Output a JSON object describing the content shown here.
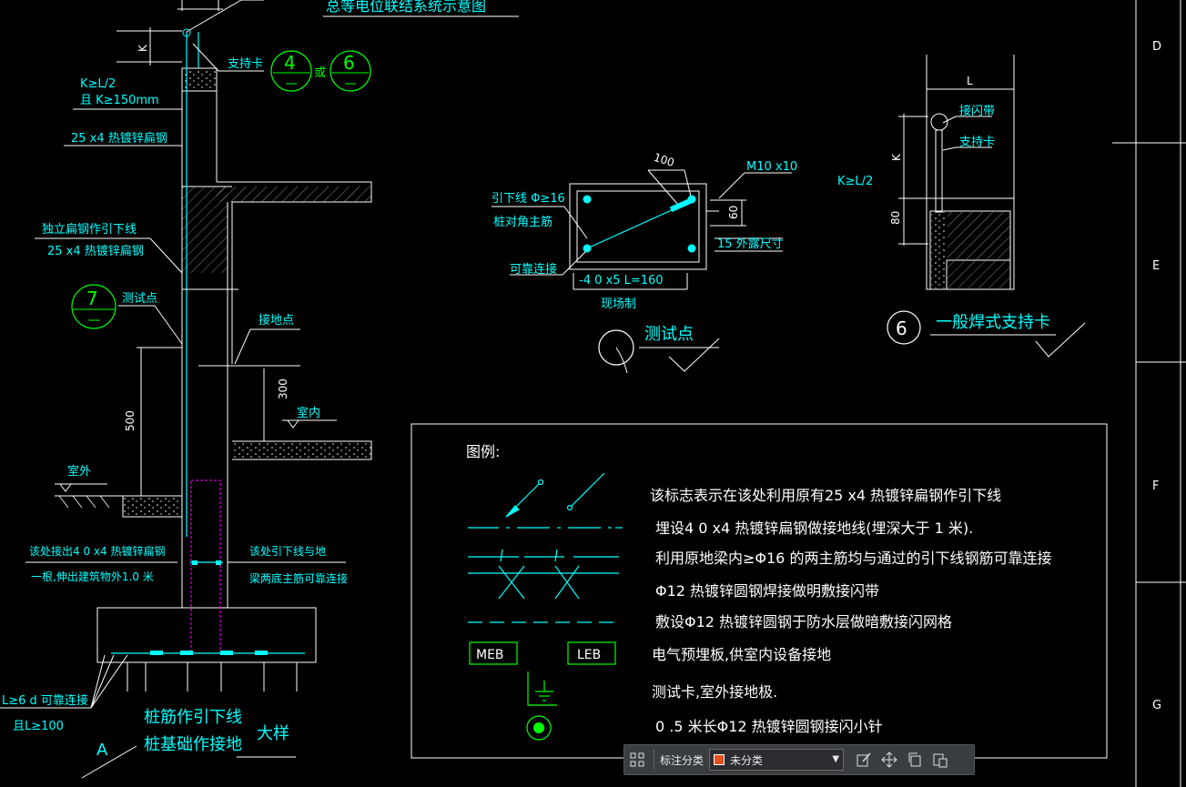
{
  "labels": {
    "top_title": "总等电位联结系统示意图",
    "k_dim": "K",
    "k_rule1": "K≥L/2",
    "k_rule2": "且 K≥150mm",
    "support_clip": "支持卡",
    "detail_4": "4",
    "or_text": "或",
    "detail_6": "6",
    "flat_steel": "25 x4 热镀锌扁钢",
    "independent_down1": "独立扁钢作引下线",
    "independent_down2": "25 x4 热镀锌扁钢",
    "detail_7": "7",
    "test_point_label": "测试点",
    "ground_point": "接地点",
    "dim_300": "300",
    "indoor": "室内",
    "dim_500": "500",
    "outdoor": "室外",
    "lead_out1": "该处接出4 0 x4 热镀锌扁钢",
    "lead_out2": "一根,伸出建筑物外1.0 米",
    "down_conn1": "该处引下线与地",
    "down_conn2": "梁两底主筋可靠连接",
    "weld_rule1": "L≥6  d 可靠连接",
    "weld_rule2": "且L≥100",
    "pile_note1": "桩筋作引下线",
    "pile_note2": "桩基础作接地",
    "detail_word": "大样",
    "axis_a": "A"
  },
  "test_detail": {
    "dim_100": "100",
    "bolt": "M10 x10",
    "down_conductor": "引下线  Φ≥16",
    "pile_corner": "桩对角主筋",
    "reliable_conn": "可靠连接",
    "plate": "-4 0 x5  L=160",
    "field_made": "现场制",
    "dim_60": "60",
    "exposed": "15 外露尺寸",
    "title": "测试点"
  },
  "clip_detail": {
    "l": "L",
    "arrester_strip": "接闪带",
    "support_clip": "支持卡",
    "k": "K",
    "k_rule": "K≥L/2",
    "dim_80": "80",
    "number": "6",
    "title": "一般焊式支持卡"
  },
  "legend": {
    "heading": "图例:",
    "items": [
      "该标志表示在该处利用原有25 x4 热镀锌扁钢作引下线",
      "埋设4 0 x4 热镀锌扁钢做接地线(埋深大于  1  米).",
      "利用原地梁内≥Φ16 的两主筋均与通过的引下线钢筋可靠连接",
      "Φ12 热镀锌圆钢焊接做明敷接闪带",
      "敷设Φ12 热镀锌圆钢于防水层做暗敷接闪网格",
      "电气预埋板,供室内设备接地",
      "测试卡,室外接地极.",
      "0 .5 米长Φ12 热镀锌圆钢接闪小针"
    ],
    "meb": "MEB",
    "leb": "LEB"
  },
  "grid_rows": [
    "D",
    "E",
    "F",
    "G"
  ],
  "toolbar": {
    "label": "标注分类",
    "selected": "未分类",
    "swatch_color": "#e8501e"
  },
  "colors": {
    "white": "#ffffff",
    "cyan": "#00ffff",
    "green": "#00ff00",
    "magenta": "#ff00ff"
  }
}
